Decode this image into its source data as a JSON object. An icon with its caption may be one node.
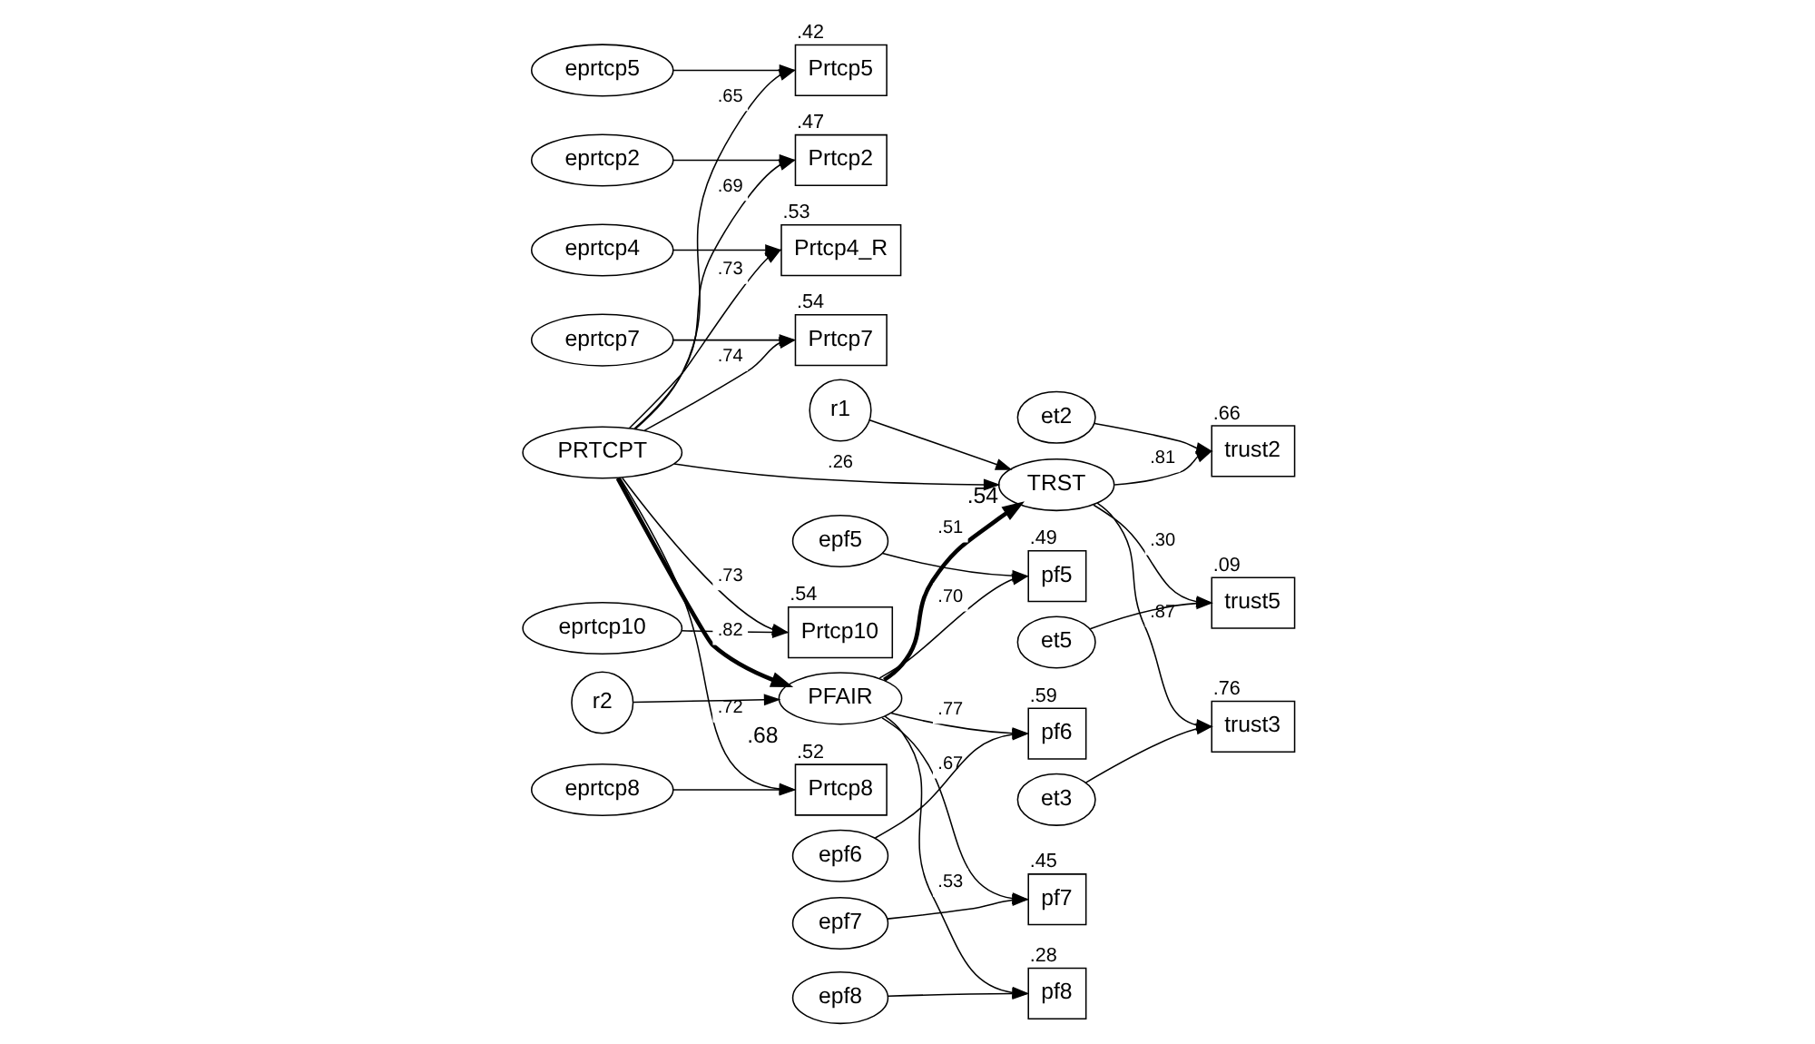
{
  "diagram": {
    "nodes": [
      {
        "text": [
          "eprtcp2"
        ]
      },
      {
        "text": [
          "Prtcp2"
        ],
        "beside": [
          ".47"
        ]
      },
      {
        "text": [
          "eprtcp4"
        ]
      },
      {
        "text": [
          "Prtcp4_R"
        ],
        "beside": [
          ".53"
        ]
      },
      {
        "text": [
          "eprtcp5"
        ]
      },
      {
        "text": [
          "Prtcp5"
        ],
        "beside": [
          ".42"
        ]
      },
      {
        "text": [
          "eprtcp7"
        ]
      },
      {
        "text": [
          "Prtcp7"
        ],
        "beside": [
          ".54"
        ]
      },
      {
        "text": [
          "eprtcp8"
        ]
      },
      {
        "text": [
          "Prtcp8"
        ],
        "beside": [
          ".52"
        ]
      },
      {
        "text": [
          "eprtcp10"
        ]
      },
      {
        "text": [
          "Prtcp10"
        ],
        "beside": [
          ".54"
        ]
      },
      {
        "text": [
          "PRTCPT"
        ]
      },
      {
        "text": [
          "r1"
        ]
      },
      {
        "text": [
          "TRST"
        ],
        "beside": [
          ".54"
        ]
      },
      {
        "text": [
          "trust2"
        ],
        "beside": [
          ".66"
        ]
      },
      {
        "text": [
          "et2"
        ]
      },
      {
        "text": [
          "trust3"
        ],
        "beside": [
          ".76"
        ]
      },
      {
        "text": [
          "et3"
        ]
      },
      {
        "text": [
          "trust5"
        ],
        "beside": [
          ".09"
        ]
      },
      {
        "text": [
          "et5"
        ]
      },
      {
        "text": [
          "PFAIR"
        ],
        "beside": [
          ".68"
        ]
      },
      {
        "text": [
          "r2"
        ]
      },
      {
        "text": [
          "pf5"
        ],
        "beside": [
          ".49"
        ]
      },
      {
        "text": [
          "pf6"
        ],
        "beside": [
          ".59"
        ]
      },
      {
        "text": [
          "pf7"
        ],
        "beside": [
          ".45"
        ]
      },
      {
        "text": [
          "pf8"
        ],
        "beside": [
          ".28"
        ]
      },
      {
        "text": [
          "epf5"
        ]
      },
      {
        "text": [
          "epf6"
        ]
      },
      {
        "text": [
          "epf7"
        ]
      },
      {
        "text": [
          "epf8"
        ]
      }
    ],
    "edges": [
      {
        "from": 0,
        "to": 1,
        "arrow": "to"
      },
      {
        "from": 2,
        "to": 3,
        "arrow": "to"
      },
      {
        "from": 4,
        "to": 5,
        "arrow": "to"
      },
      {
        "from": 6,
        "to": 7,
        "arrow": "to"
      },
      {
        "from": 8,
        "to": 9,
        "arrow": "to"
      },
      {
        "from": 10,
        "to": 11,
        "arrow": "to"
      },
      {
        "from": 12,
        "to": 1,
        "arrow": "to",
        "label": ".69"
      },
      {
        "from": 12,
        "to": 3,
        "arrow": "to",
        "label": ".73"
      },
      {
        "from": 12,
        "to": 5,
        "arrow": "to",
        "label": ".65"
      },
      {
        "from": 12,
        "to": 7,
        "arrow": "to",
        "label": ".74"
      },
      {
        "from": 12,
        "to": 9,
        "arrow": "to",
        "label": ".72"
      },
      {
        "from": 12,
        "to": 11,
        "arrow": "to",
        "label": ".73"
      },
      {
        "from": 12,
        "to": 14,
        "arrow": "to",
        "label": ".26"
      },
      {
        "from": 13,
        "to": 14,
        "arrow": "to"
      },
      {
        "from": 14,
        "to": 15,
        "arrow": "to",
        "label": ".81"
      },
      {
        "from": 14,
        "to": 17,
        "arrow": "to",
        "label": ".87"
      },
      {
        "from": 14,
        "to": 19,
        "arrow": "to",
        "label": ".30"
      },
      {
        "from": 16,
        "to": 15,
        "arrow": "to"
      },
      {
        "from": 18,
        "to": 17,
        "arrow": "to"
      },
      {
        "from": 20,
        "to": 19,
        "arrow": "to"
      },
      {
        "from": 12,
        "to": 21,
        "arrow": "to",
        "label": ".82",
        "style": "thick"
      },
      {
        "from": 21,
        "to": 14,
        "arrow": "to",
        "label": ".51",
        "style": "thick"
      },
      {
        "from": 22,
        "to": 21,
        "arrow": "to"
      },
      {
        "from": 21,
        "to": 23,
        "arrow": "to",
        "label": ".70"
      },
      {
        "from": 21,
        "to": 24,
        "arrow": "to",
        "label": ".77"
      },
      {
        "from": 21,
        "to": 25,
        "arrow": "to",
        "label": ".67"
      },
      {
        "from": 21,
        "to": 26,
        "arrow": "to",
        "label": ".53"
      },
      {
        "from": 27,
        "to": 23,
        "arrow": "to"
      },
      {
        "from": 28,
        "to": 24,
        "arrow": "to"
      },
      {
        "from": 29,
        "to": 25,
        "arrow": "to"
      },
      {
        "from": 30,
        "to": 26,
        "arrow": "to"
      }
    ]
  }
}
